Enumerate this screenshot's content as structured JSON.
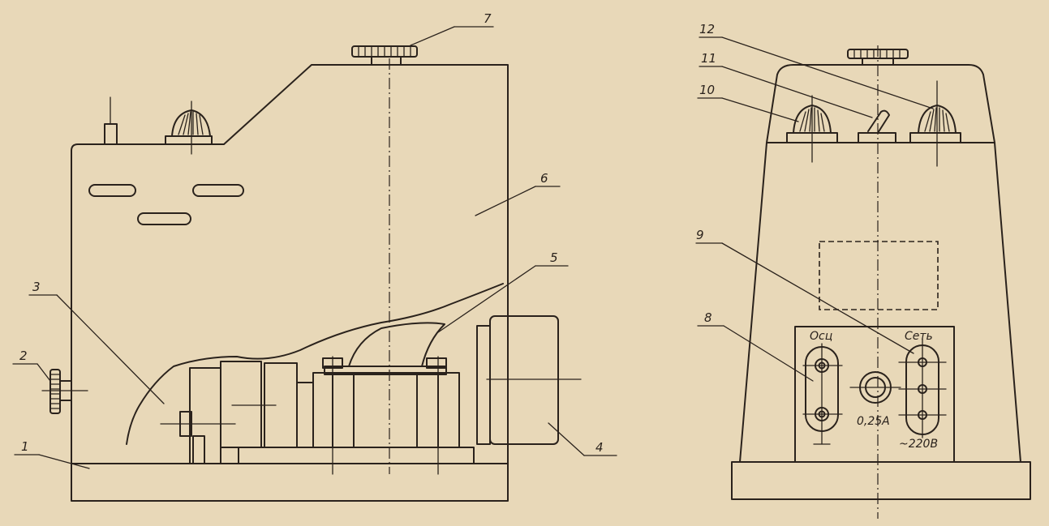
{
  "callouts": [
    {
      "id": 1,
      "text": "1"
    },
    {
      "id": 2,
      "text": "2"
    },
    {
      "id": 3,
      "text": "3"
    },
    {
      "id": 4,
      "text": "4"
    },
    {
      "id": 5,
      "text": "5"
    },
    {
      "id": 6,
      "text": "6"
    },
    {
      "id": 7,
      "text": "7"
    },
    {
      "id": 8,
      "text": "8"
    },
    {
      "id": 9,
      "text": "9"
    },
    {
      "id": 10,
      "text": "10"
    },
    {
      "id": 11,
      "text": "11"
    },
    {
      "id": 12,
      "text": "12"
    }
  ],
  "panel_labels": {
    "osc": "Осц",
    "network": "Сеть",
    "fuse_rating": "0,25А",
    "voltage": "~220В"
  },
  "colors": {
    "paper": "#e8d8b8",
    "ink": "#2a221c"
  }
}
